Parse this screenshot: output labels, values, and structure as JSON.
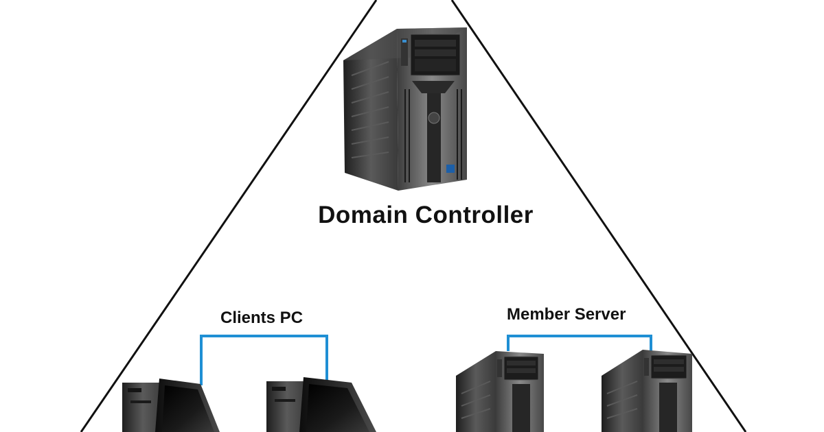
{
  "diagram": {
    "nodes": {
      "domain_controller": {
        "label": "Domain Controller",
        "device": "tower-server"
      },
      "clients_pc": {
        "label": "Clients PC",
        "device": "client-workstation",
        "count": 2
      },
      "member_server": {
        "label": "Member Server",
        "device": "tower-server",
        "count": 2
      }
    },
    "colors": {
      "link": "#1f8fd4",
      "outline": "#111111",
      "device_body": "#2b2b2b"
    }
  }
}
